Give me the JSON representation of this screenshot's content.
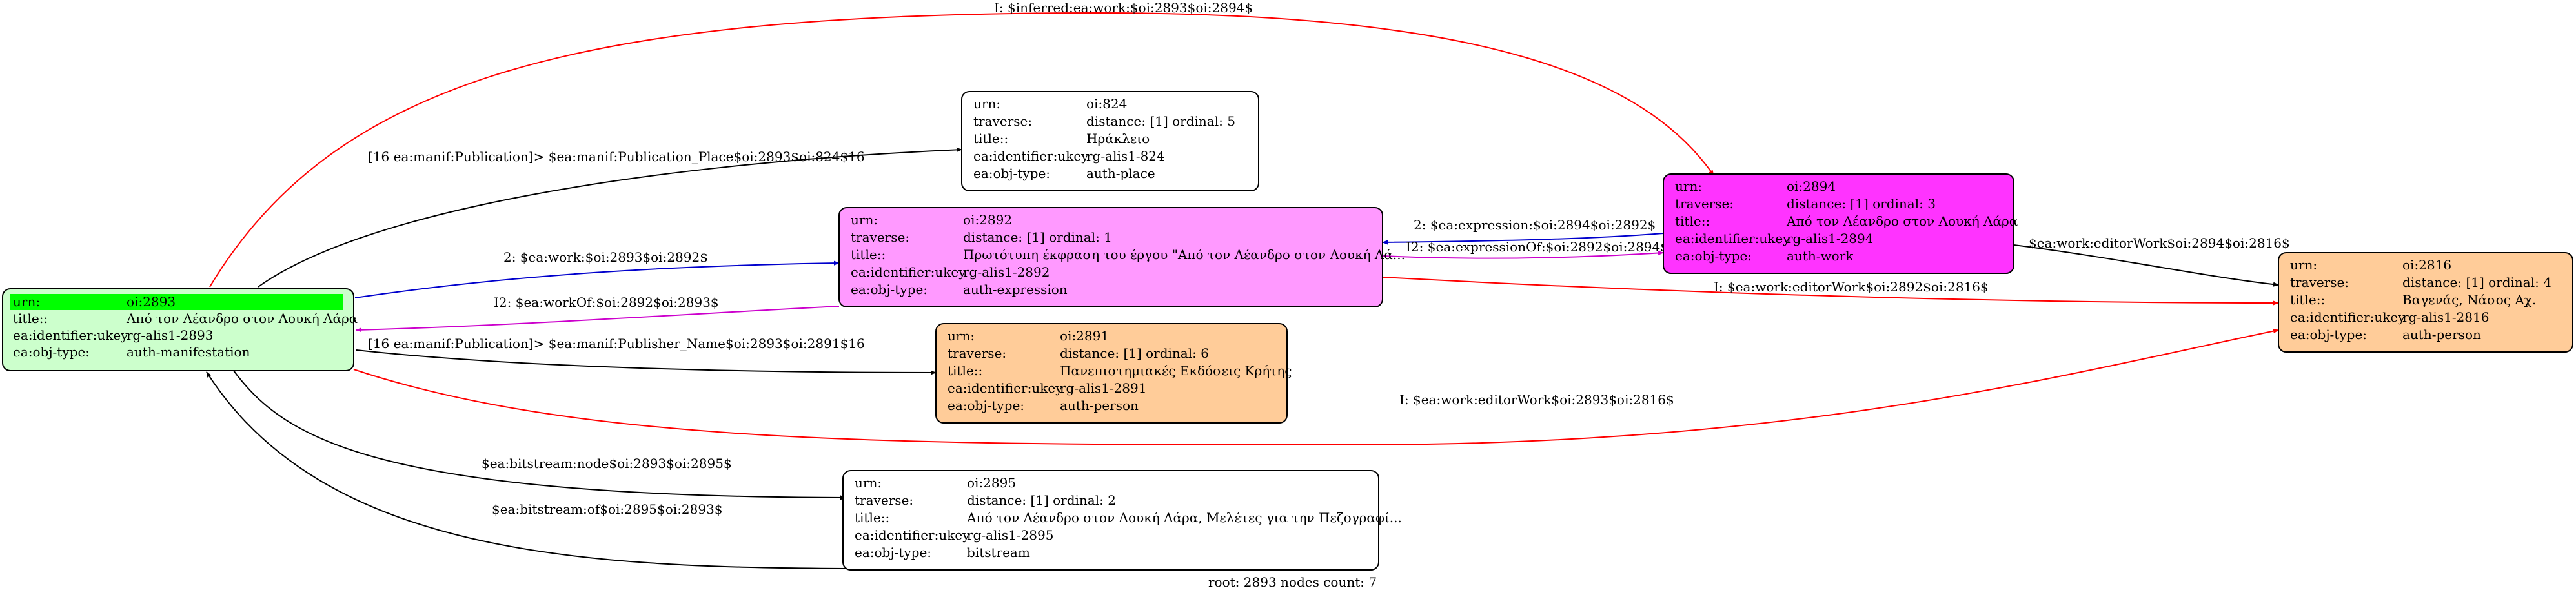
{
  "nodes": [
    {
      "id": "n2893",
      "fill": "#ccffcc",
      "header_fill": "#00ff00",
      "rows": [
        {
          "key": "urn:",
          "value": "oi:2893"
        },
        {
          "key": "title::",
          "value": "Από τον Λέανδρο στον Λουκή Λάρα"
        },
        {
          "key": "ea:identifier:ukey",
          "value": "rg-alis1-2893"
        },
        {
          "key": "ea:obj-type:",
          "value": "auth-manifestation"
        }
      ]
    },
    {
      "id": "n824",
      "fill": "#ffffff",
      "rows": [
        {
          "key": "urn:",
          "value": "oi:824"
        },
        {
          "key": "traverse:",
          "value": "distance: [1]     ordinal: 5"
        },
        {
          "key": "title::",
          "value": "Ηράκλειο"
        },
        {
          "key": "ea:identifier:ukey",
          "value": "rg-alis1-824"
        },
        {
          "key": "ea:obj-type:",
          "value": "auth-place"
        }
      ]
    },
    {
      "id": "n2892",
      "fill": "#ff99ff",
      "rows": [
        {
          "key": "urn:",
          "value": "oi:2892"
        },
        {
          "key": "traverse:",
          "value": "distance: [1]     ordinal: 1"
        },
        {
          "key": "title::",
          "value": "Πρωτότυπη έκφραση του έργου \"Από τον Λέανδρο στον Λουκή Λά..."
        },
        {
          "key": "ea:identifier:ukey",
          "value": "rg-alis1-2892"
        },
        {
          "key": "ea:obj-type:",
          "value": "auth-expression"
        }
      ]
    },
    {
      "id": "n2891",
      "fill": "#ffcc99",
      "rows": [
        {
          "key": "urn:",
          "value": "oi:2891"
        },
        {
          "key": "traverse:",
          "value": "distance: [1]     ordinal: 6"
        },
        {
          "key": "title::",
          "value": "Πανεπιστημιακές Εκδόσεις Κρήτης"
        },
        {
          "key": "ea:identifier:ukey",
          "value": "rg-alis1-2891"
        },
        {
          "key": "ea:obj-type:",
          "value": "auth-person"
        }
      ]
    },
    {
      "id": "n2894",
      "fill": "#ff33ff",
      "rows": [
        {
          "key": "urn:",
          "value": "oi:2894"
        },
        {
          "key": "traverse:",
          "value": "distance: [1]     ordinal: 3"
        },
        {
          "key": "title::",
          "value": "Από τον Λέανδρο στον Λουκή Λάρα"
        },
        {
          "key": "ea:identifier:ukey",
          "value": "rg-alis1-2894"
        },
        {
          "key": "ea:obj-type:",
          "value": "auth-work"
        }
      ]
    },
    {
      "id": "n2816",
      "fill": "#ffcc99",
      "rows": [
        {
          "key": "urn:",
          "value": "oi:2816"
        },
        {
          "key": "traverse:",
          "value": "distance: [1]     ordinal: 4"
        },
        {
          "key": "title::",
          "value": "Βαγενάς, Νάσος Αχ."
        },
        {
          "key": "ea:identifier:ukey",
          "value": "rg-alis1-2816"
        },
        {
          "key": "ea:obj-type:",
          "value": "auth-person"
        }
      ]
    },
    {
      "id": "n2895",
      "fill": "#ffffff",
      "rows": [
        {
          "key": "urn:",
          "value": "oi:2895"
        },
        {
          "key": "traverse:",
          "value": "distance: [1]     ordinal: 2"
        },
        {
          "key": "title::",
          "value": "Από τον Λέανδρο στον Λουκή Λάρα, Μελέτες για την Πεζογραφί..."
        },
        {
          "key": "ea:identifier:ukey",
          "value": "rg-alis1-2895"
        },
        {
          "key": "ea:obj-type:",
          "value": "bitstream"
        }
      ]
    }
  ],
  "edges": [
    {
      "id": "e-inferred-work",
      "color": "#ff0000",
      "label": "I: $inferred:ea:work:$oi:2893$oi:2894$"
    },
    {
      "id": "e-pub-place",
      "color": "#000000",
      "label": "[16 ea:manif:Publication]> $ea:manif:Publication_Place$oi:2893$oi:824$16"
    },
    {
      "id": "e-work",
      "color": "#0000cc",
      "label": "2: $ea:work:$oi:2893$oi:2892$"
    },
    {
      "id": "e-workof",
      "color": "#cc00cc",
      "label": "I2: $ea:workOf:$oi:2892$oi:2893$"
    },
    {
      "id": "e-pub-name",
      "color": "#000000",
      "label": "[16 ea:manif:Publication]> $ea:manif:Publisher_Name$oi:2893$oi:2891$16"
    },
    {
      "id": "e-expression",
      "color": "#0000cc",
      "label": "2: $ea:expression:$oi:2894$oi:2892$"
    },
    {
      "id": "e-expressionof",
      "color": "#cc00cc",
      "label": "I2: $ea:expressionOf:$oi:2892$oi:2894$"
    },
    {
      "id": "e-editorwork-2894",
      "color": "#000000",
      "label": "$ea:work:editorWork$oi:2894$oi:2816$"
    },
    {
      "id": "e-editorwork-2892",
      "color": "#ff0000",
      "label": "I: $ea:work:editorWork$oi:2892$oi:2816$"
    },
    {
      "id": "e-editorwork-2893",
      "color": "#ff0000",
      "label": "I: $ea:work:editorWork$oi:2893$oi:2816$"
    },
    {
      "id": "e-bitstream-node",
      "color": "#000000",
      "label": "$ea:bitstream:node$oi:2893$oi:2895$"
    },
    {
      "id": "e-bitstream-of",
      "color": "#000000",
      "label": "$ea:bitstream:of$oi:2895$oi:2893$"
    }
  ],
  "footer": "root: 2893 nodes count: 7"
}
